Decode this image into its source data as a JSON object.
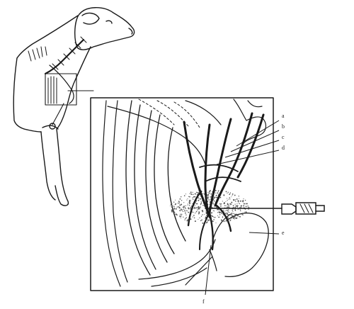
{
  "diagram": {
    "labels": {
      "a": "a",
      "b": "b",
      "c": "c",
      "d": "d",
      "e": "e",
      "f": "f"
    },
    "colors": {
      "ink": "#1a1a1a",
      "stipple": "#555555",
      "paper": "#ffffff"
    }
  }
}
